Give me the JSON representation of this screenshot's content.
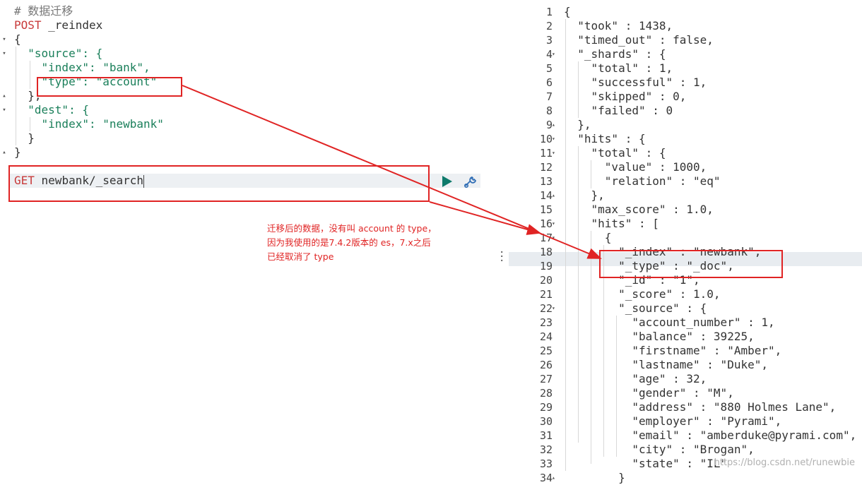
{
  "left_editor": {
    "comment": "# 数据迁移",
    "request1": {
      "method": "POST",
      "path": " _reindex"
    },
    "body_lines": [
      "{",
      "  \"source\": {",
      "    \"index\": \"bank\",",
      "    \"type\": \"account\"",
      "  },",
      "  \"dest\": {",
      "    \"index\": \"newbank\"",
      "  }",
      "}"
    ],
    "request2": {
      "method": "GET",
      "path": " newbank/_search"
    },
    "play_icon": "play-icon",
    "wrench_icon": "wrench-icon"
  },
  "annotation": {
    "note_lines": [
      "迁移后的数据，没有叫 account 的 type，",
      "因为我使用的是7.4.2版本的 es，7.x之后",
      "已经取消了 type"
    ],
    "color": "#e02424"
  },
  "response": {
    "line_numbers": [
      "1",
      "2",
      "3",
      "4",
      "5",
      "6",
      "7",
      "8",
      "9",
      "10",
      "11",
      "12",
      "13",
      "14",
      "15",
      "16",
      "17",
      "18",
      "19",
      "20",
      "21",
      "22",
      "23",
      "24",
      "25",
      "26",
      "27",
      "28",
      "29",
      "30",
      "31",
      "32",
      "33",
      "34"
    ],
    "lines": [
      "{",
      "  \"took\" : 1438,",
      "  \"timed_out\" : false,",
      "  \"_shards\" : {",
      "    \"total\" : 1,",
      "    \"successful\" : 1,",
      "    \"skipped\" : 0,",
      "    \"failed\" : 0",
      "  },",
      "  \"hits\" : {",
      "    \"total\" : {",
      "      \"value\" : 1000,",
      "      \"relation\" : \"eq\"",
      "    },",
      "    \"max_score\" : 1.0,",
      "    \"hits\" : [",
      "      {",
      "        \"_index\" : \"newbank\",",
      "        \"_type\" : \"_doc\",",
      "        \"_id\" : \"1\",",
      "        \"_score\" : 1.0,",
      "        \"_source\" : {",
      "          \"account_number\" : 1,",
      "          \"balance\" : 39225,",
      "          \"firstname\" : \"Amber\",",
      "          \"lastname\" : \"Duke\",",
      "          \"age\" : 32,",
      "          \"gender\" : \"M\",",
      "          \"address\" : \"880 Holmes Lane\",",
      "          \"employer\" : \"Pyrami\",",
      "          \"email\" : \"amberduke@pyrami.com\",",
      "          \"city\" : \"Brogan\",",
      "          \"state\" : \"IL\"",
      "        }"
    ]
  },
  "watermark": "https://blog.csdn.net/runewbie"
}
